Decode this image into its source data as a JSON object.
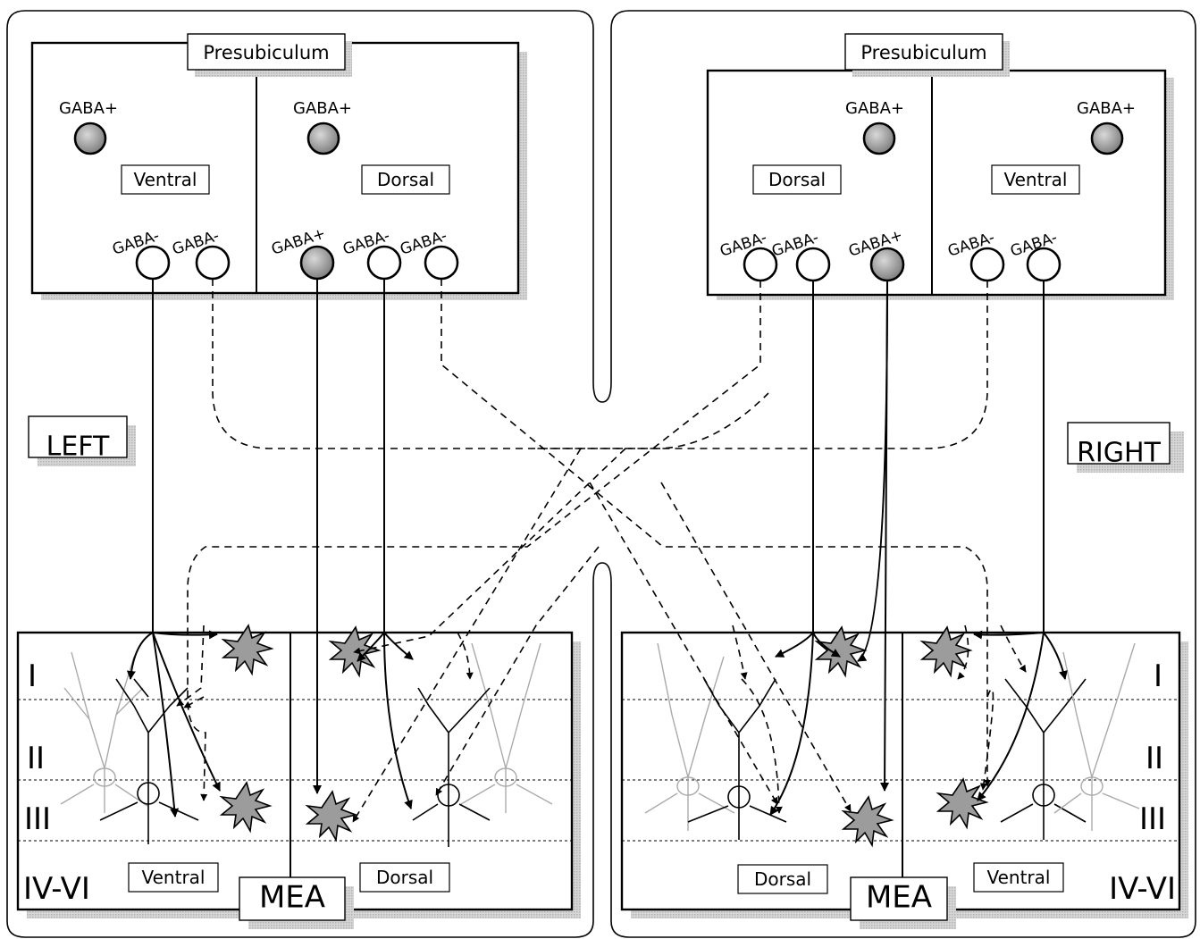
{
  "presubiculum": {
    "left": {
      "title": "Presubiculum",
      "ventral": "Ventral",
      "dorsal": "Dorsal"
    },
    "right": {
      "title": "Presubiculum",
      "dorsal": "Dorsal",
      "ventral": "Ventral"
    }
  },
  "labels": {
    "gaba_pos": "GABA+",
    "gaba_neg": "GABA-"
  },
  "sides": {
    "left": "LEFT",
    "right": "RIGHT"
  },
  "mea": {
    "left": {
      "title": "MEA",
      "ventral": "Ventral",
      "dorsal": "Dorsal",
      "deep_layers": "IV-VI"
    },
    "right": {
      "title": "MEA",
      "dorsal": "Dorsal",
      "ventral": "Ventral",
      "deep_layers": "IV-VI"
    }
  },
  "layers": [
    "I",
    "II",
    "III"
  ],
  "legend_colors": {
    "gaba_positive_fill": "#9a9a9a",
    "gaba_negative_fill": "#ffffff",
    "shadow": "#c8c8c8"
  }
}
